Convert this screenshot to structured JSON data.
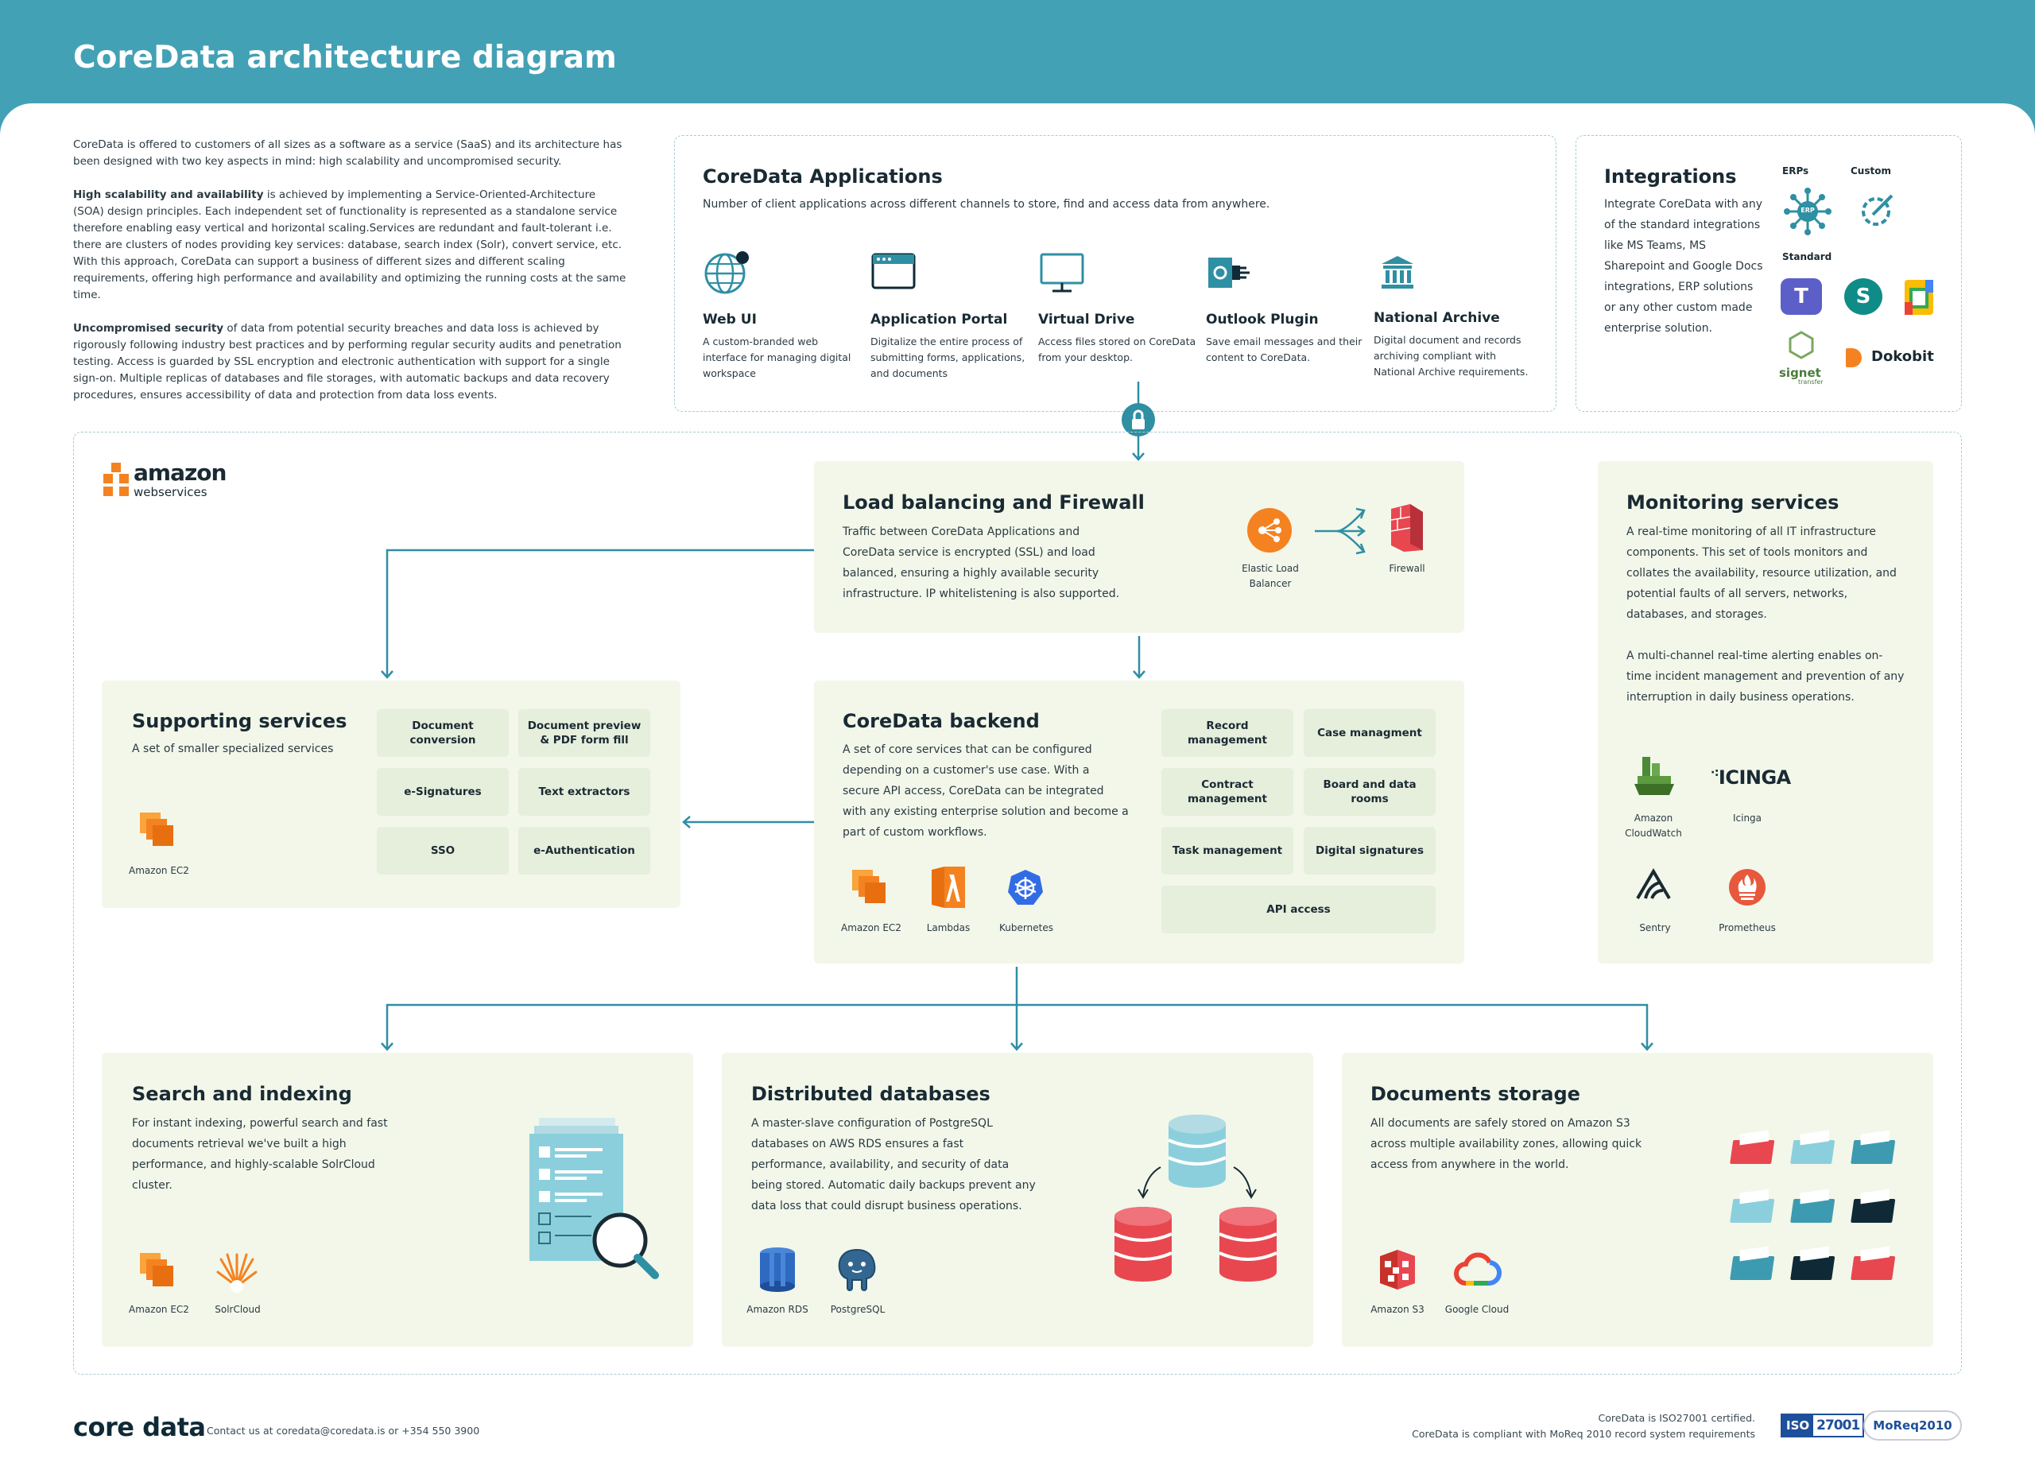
{
  "title": "CoreData architecture diagram",
  "intro": {
    "p1": "CoreData is offered to customers of all sizes as a software as a service (SaaS) and its architecture has been designed with two key aspects in mind: high scalability and uncompromised security.",
    "p2_bold": "High scalability and availability",
    "p2": " is achieved by implementing a Service-Oriented-Architecture (SOA) design principles. Each independent set of functionality is represented as a standalone service therefore enabling easy vertical and horizontal scaling.Services are redundant and fault-tolerant i.e. there are clusters of nodes providing key services: database, search index (Solr), convert service, etc.",
    "p2b": "With this approach, CoreData can support a business of different sizes and different scaling requirements, offering high performance and availability and optimizing the running costs at the same time.",
    "p3_bold": "Uncompromised security",
    "p3": " of data from potential security breaches and data loss is achieved by rigorously following industry best practices and by performing regular security audits and penetration testing. Access is guarded by SSL encryption and electronic authentication with support for a single sign-on. Multiple replicas of databases and file storages, with automatic backups and data recovery procedures, ensures accessibility of data and protection from data loss events."
  },
  "applications": {
    "title": "CoreData Applications",
    "subtitle": "Number of client applications across different channels to store, find and access data from anywhere.",
    "items": [
      {
        "name": "Web UI",
        "desc": "A custom-branded web interface for managing digital workspace",
        "icon": "globe-icon"
      },
      {
        "name": "Application Portal",
        "desc": "Digitalize the entire process of submitting forms, applications, and documents",
        "icon": "browser-window-icon"
      },
      {
        "name": "Virtual Drive",
        "desc": "Access files stored on CoreData from your desktop.",
        "icon": "monitor-icon"
      },
      {
        "name": "Outlook Plugin",
        "desc": "Save email messages and their content to CoreData.",
        "icon": "outlook-plugin-icon"
      },
      {
        "name": "National Archive",
        "desc": "Digital document and records archiving compliant with National Archive requirements.",
        "icon": "archive-building-icon"
      }
    ]
  },
  "integrations": {
    "title": "Integrations",
    "desc": "Integrate CoreData with any of the standard integrations like MS Teams, MS Sharepoint and Google Docs integrations, ERP solutions or any other custom made enterprise solution.",
    "erps_label": "ERPs",
    "custom_label": "Custom",
    "standard_label": "Standard",
    "erp_badge": "ERP",
    "teams_letter": "T",
    "sharepoint_letter": "S",
    "signet": "signet",
    "signet_sub": "transfer",
    "dokobit": "Dokobit"
  },
  "aws": {
    "brand": "amazon",
    "sub": "webservices"
  },
  "load_balancing": {
    "title": "Load balancing and Firewall",
    "desc": "Traffic between CoreData Applications and CoreData service is encrypted (SSL) and load balanced, ensuring a highly available security infrastructure. IP whitelistening is also supported.",
    "elb_label": "Elastic Load Balancer",
    "firewall_label": "Firewall"
  },
  "monitoring": {
    "title": "Monitoring services",
    "desc1": "A real-time monitoring of all IT infrastructure components. This set of tools monitors and collates the availability, resource utilization, and potential faults of all servers, networks, databases, and storages.",
    "desc2": "A multi-channel real-time alerting enables on-time incident management and prevention of any interruption in daily business operations.",
    "tools": [
      "Amazon CloudWatch",
      "Icinga",
      "Sentry",
      "Prometheus"
    ],
    "icinga_logo": "ICINGA"
  },
  "supporting": {
    "title": "Supporting services",
    "desc": "A set of smaller specialized services",
    "boxes": [
      "Document conversion",
      "Document preview & PDF form fill",
      "e-Signatures",
      "Text extractors",
      "SSO",
      "e-Authentication"
    ],
    "infra": "Amazon EC2"
  },
  "backend": {
    "title": "CoreData backend",
    "desc": "A set of core services that can be configured depending on a customer's use case. With a secure API access, CoreData can be integrated with any existing enterprise solution and become a part of custom workflows.",
    "boxes": [
      "Record management",
      "Case managment",
      "Contract management",
      "Board and data rooms",
      "Task management",
      "Digital signatures",
      "API access"
    ],
    "infra": [
      "Amazon EC2",
      "Lambdas",
      "Kubernetes"
    ]
  },
  "search": {
    "title": "Search and indexing",
    "desc": "For instant indexing, powerful search and fast documents retrieval we've built a high performance, and highly-scalable SolrCloud cluster.",
    "infra": [
      "Amazon EC2",
      "SolrCloud"
    ]
  },
  "databases": {
    "title": "Distributed databases",
    "desc": "A master-slave configuration of PostgreSQL databases on AWS RDS ensures a fast performance, availability, and security of data being stored. Automatic daily backups prevent any data loss that could disrupt business operations.",
    "infra": [
      "Amazon RDS",
      "PostgreSQL"
    ]
  },
  "storage": {
    "title": "Documents storage",
    "desc": "All documents are safely stored on Amazon S3 across multiple availability zones, allowing quick access from anywhere in the world.",
    "infra": [
      "Amazon S3",
      "Google Cloud"
    ]
  },
  "footer": {
    "logo": "core data",
    "contact": "Contact us at coredata@coredata.is or +354 550 3900",
    "iso_text": "CoreData is ISO27001 certified.",
    "moreq_text": "CoreData is compliant with MoReq 2010 record system requirements",
    "iso_badge_a": "ISO",
    "iso_badge_b": "27001",
    "moreq_badge": "MoReq2010"
  },
  "colors": {
    "header": "#43a1b5",
    "card": "#f2f7ea",
    "box": "#e6eedc",
    "accent": "#2f8fa3",
    "orange": "#f58220",
    "red": "#e8474f"
  }
}
